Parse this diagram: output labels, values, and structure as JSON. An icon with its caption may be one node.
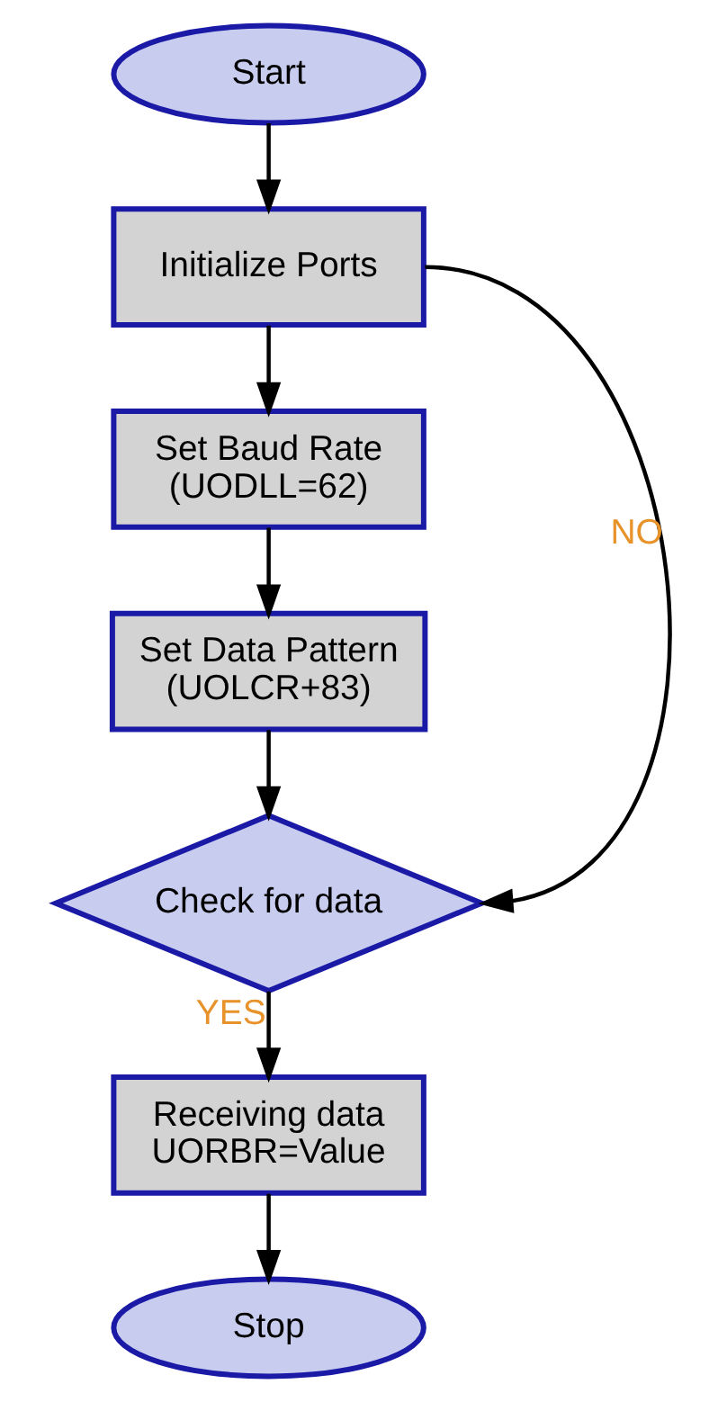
{
  "diagram": {
    "nodes": [
      {
        "text": [
          "Start"
        ]
      },
      {
        "text": [
          "Initialize Ports"
        ]
      },
      {
        "text": [
          "Set Baud Rate (UODLL=62)"
        ]
      },
      {
        "text": [
          "Set Data Pattern (UOLCR+83)"
        ]
      },
      {
        "text": [
          "Check for data"
        ]
      },
      {
        "text": [
          "Receiving data UORBR=Value"
        ]
      },
      {
        "text": [
          "Stop"
        ]
      }
    ],
    "edges": [
      {
        "from": 0,
        "to": 1,
        "arrow": "to"
      },
      {
        "from": 1,
        "to": 2,
        "arrow": "to"
      },
      {
        "from": 2,
        "to": 3,
        "arrow": "to"
      },
      {
        "from": 3,
        "to": 4,
        "arrow": "to"
      },
      {
        "from": 1,
        "to": 4,
        "arrow": "to",
        "label": "NO"
      },
      {
        "from": 4,
        "to": 5,
        "arrow": "to",
        "label": "YES"
      },
      {
        "from": 5,
        "to": 6,
        "arrow": "to"
      }
    ]
  }
}
